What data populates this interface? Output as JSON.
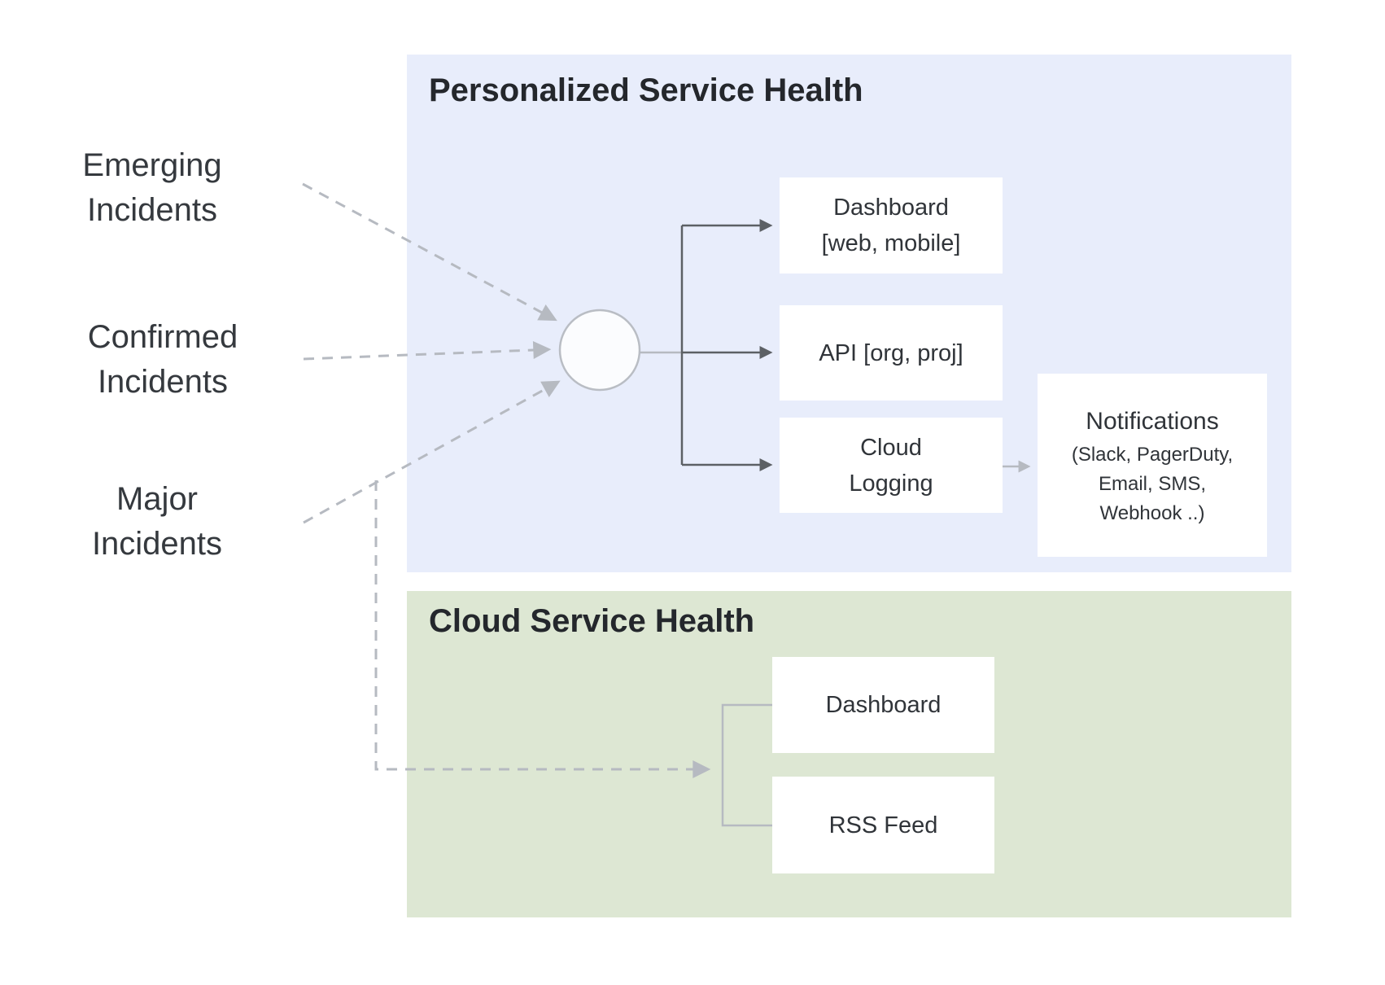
{
  "colors": {
    "personalized_panel_bg": "#e8edfb",
    "cloud_panel_bg": "#dde7d3",
    "node_bg": "#ffffff",
    "connector_dark": "#5c6065",
    "connector_light": "#b6bac1",
    "hub_fill": "#fbfcfe",
    "hub_stroke": "#b9bdc4",
    "title_text": "#24272c",
    "label_text": "#35393e"
  },
  "sources": {
    "emerging": {
      "line1": "Emerging",
      "line2": "Incidents"
    },
    "confirmed": {
      "line1": "Confirmed",
      "line2": "Incidents"
    },
    "major": {
      "line1": "Major",
      "line2": "Incidents"
    }
  },
  "personalized": {
    "title": "Personalized Service Health",
    "dashboard": {
      "line1": "Dashboard",
      "line2": "[web, mobile]"
    },
    "api": {
      "label": "API [org, proj]"
    },
    "cloud_logging": {
      "line1": "Cloud",
      "line2": "Logging"
    },
    "notifications": {
      "title": "Notifications",
      "sub1": "(Slack, PagerDuty,",
      "sub2": "Email, SMS,",
      "sub3": "Webhook ..)"
    }
  },
  "cloud": {
    "title": "Cloud Service Health",
    "dashboard": {
      "label": "Dashboard"
    },
    "rss": {
      "label": "RSS Feed"
    }
  }
}
